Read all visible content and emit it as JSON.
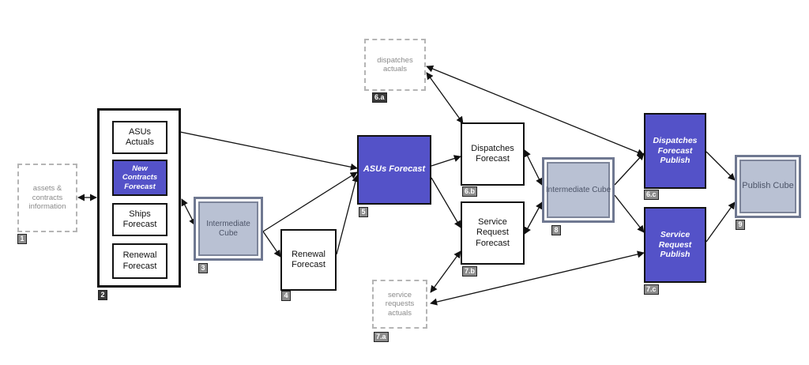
{
  "nodes": {
    "assets_contracts": "assets & contracts information",
    "asus_actuals": "ASUs Actuals",
    "new_contracts_forecast": "New Contracts Forecast",
    "ships_forecast": "Ships Forecast",
    "renewal_forecast_group": "Renewal Forecast",
    "intermediate_cube_1": "Intermediate Cube",
    "renewal_forecast": "Renewal Forecast",
    "asus_forecast": "ASUs Forecast",
    "dispatches_actuals": "dispatches actuals",
    "dispatches_forecast": "Dispatches Forecast",
    "service_request_forecast": "Service Request Forecast",
    "service_requests_actuals": "service requests actuals",
    "intermediate_cube_2": "Intermediate Cube",
    "dispatches_forecast_publish": "Dispatches Forecast Publish",
    "service_request_publish": "Service Request Publish",
    "publish_cube": "Publish Cube"
  },
  "badges": {
    "b1": "1",
    "b2": "2",
    "b3": "3",
    "b4": "4",
    "b5": "5",
    "b6a": "6.a",
    "b6b": "6.b",
    "b6c": "6.c",
    "b7a": "7.a",
    "b7b": "7.b",
    "b7c": "7.c",
    "b8": "8",
    "b9": "9"
  },
  "colors": {
    "forecast_fill": "#5452c8",
    "cube_fill": "#b9c1d3",
    "cube_border": "#6f7891",
    "dashed_border": "#b5b5b5",
    "badge_fill": "#8c8c8c"
  }
}
